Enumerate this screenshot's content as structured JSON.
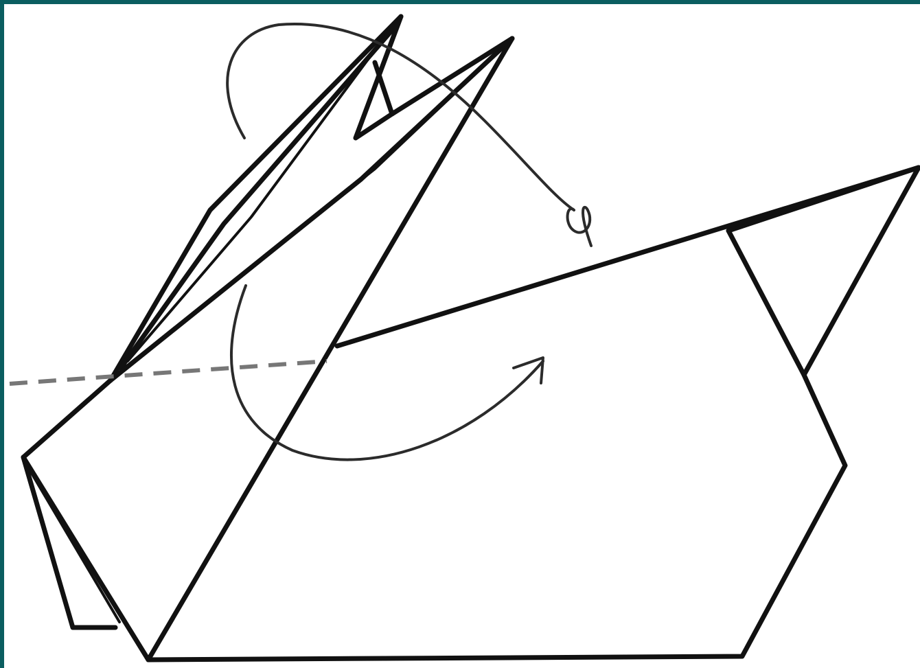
{
  "diagram": {
    "subject": "origami-rabbit-fold-step",
    "colors": {
      "frame": "#0b5e60",
      "line": "#111111",
      "fold_line": "#777777",
      "arrow": "#2b2b2b",
      "background": "#ffffff"
    },
    "icons": [
      "valley-fold-line",
      "fold-over-arrow",
      "turn-over-loop-arrow"
    ]
  }
}
